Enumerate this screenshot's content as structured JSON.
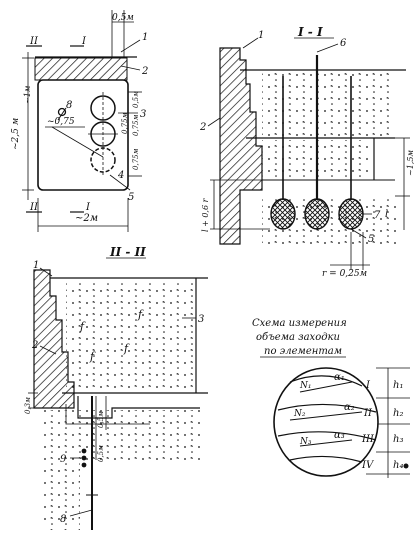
{
  "plan_view": {
    "section_marker_2": "II",
    "section_marker_1": "I",
    "dim_top": "0,5м",
    "callouts": [
      "1",
      "2",
      "3",
      "4",
      "5"
    ],
    "dim_left_outer": "~2,5 м",
    "dim_left_inner": "~1м",
    "dim_075_left": "~0,75",
    "dim_05_right": "0,5м",
    "dim_075_right_a": "0,75м",
    "dim_075_right_b": "0,75м",
    "dim_075_right_c": "0,75м",
    "hole_label": "8",
    "dim_bottom": "~2м",
    "bottom_marker_2": "II",
    "bottom_marker_1": "I"
  },
  "section_1": {
    "title": "I - I",
    "callouts": [
      "1",
      "2",
      "6",
      "7",
      "5"
    ],
    "dim_right": "~1,5м",
    "dim_l": "l",
    "dim_left": "l + 0,6 r",
    "dim_r": "r = 0,25м"
  },
  "section_2": {
    "title": "II - II",
    "callouts": [
      "1",
      "2",
      "3",
      "9",
      "8"
    ],
    "dim_03": "0,3м",
    "dim_05_a": "0,5м",
    "dim_05_b": "0,5м",
    "fill_marks": [
      "f",
      "f",
      "f",
      "f"
    ]
  },
  "measure_scheme": {
    "caption": [
      "Схема измерения",
      "объема заходки",
      "по элементам"
    ],
    "N_labels": [
      "N₁",
      "N₂",
      "N₃"
    ],
    "alpha_labels": [
      "α₁",
      "α₂",
      "α₃"
    ],
    "roman": [
      "I",
      "II",
      "III",
      "IV"
    ],
    "h_labels": [
      "h₁",
      "h₂",
      "h₃",
      "h₄"
    ]
  },
  "colors": {
    "ink": "#111111",
    "paper": "#ffffff"
  }
}
